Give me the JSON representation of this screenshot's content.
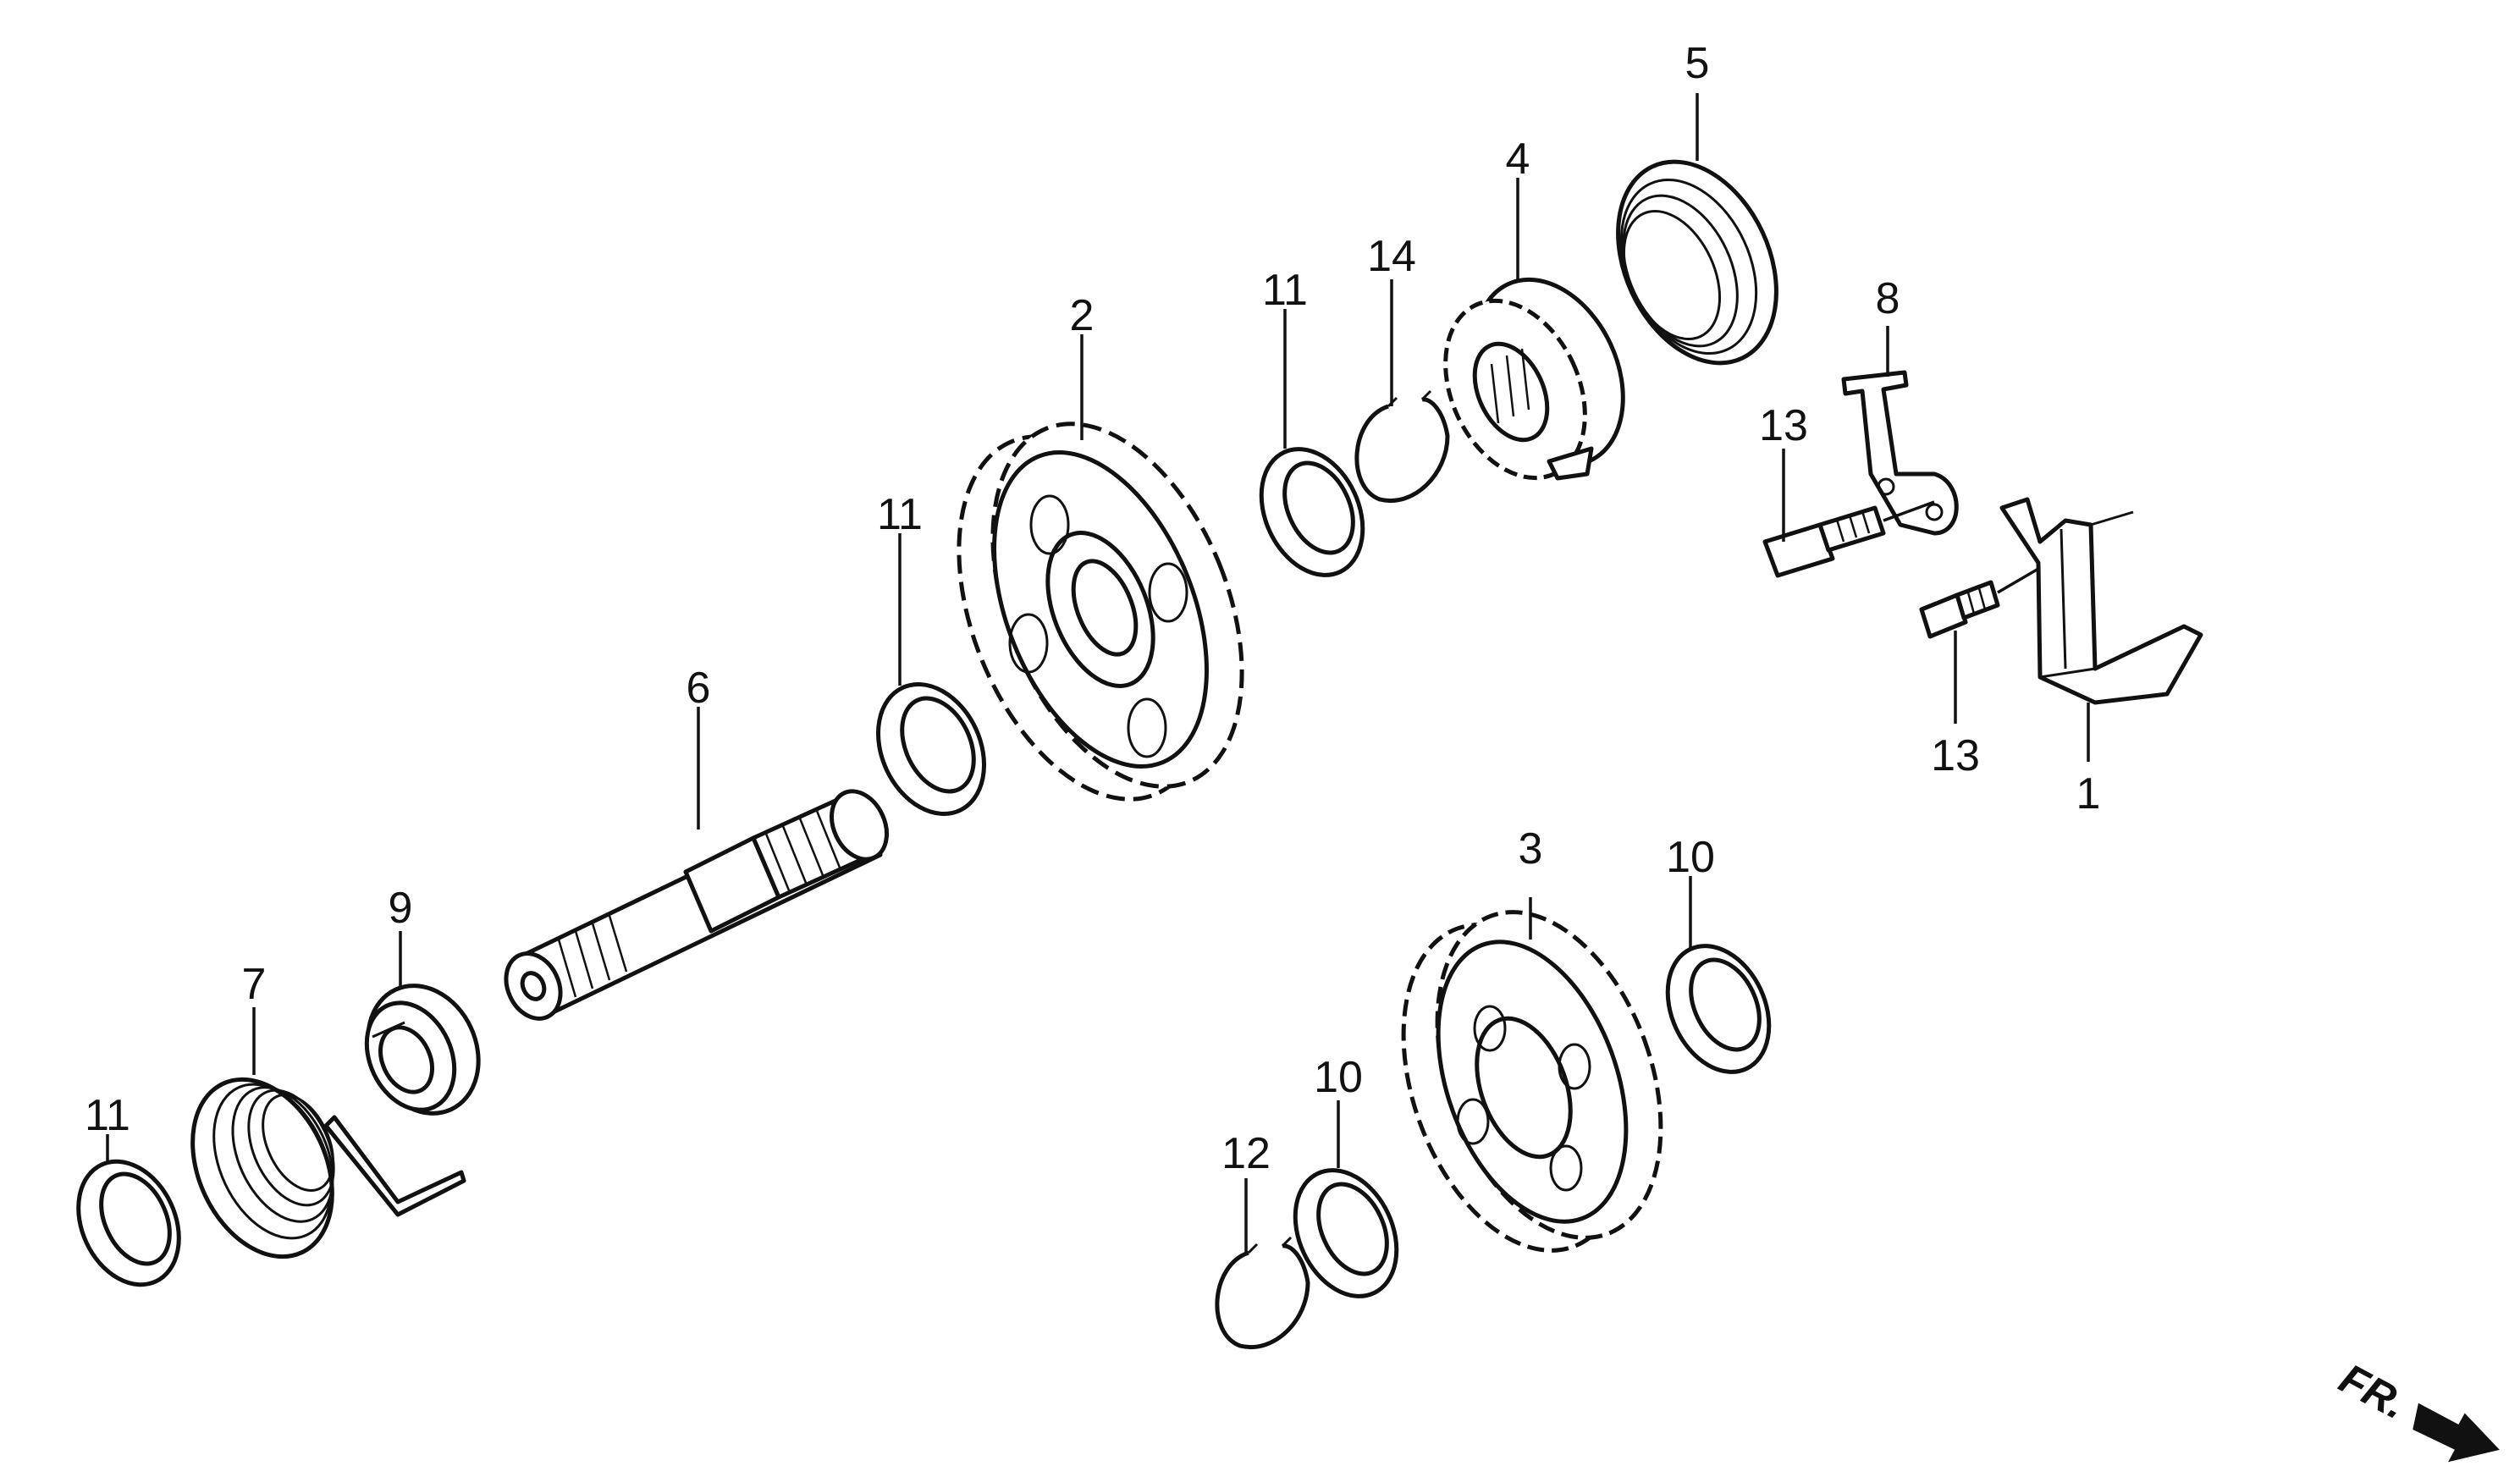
{
  "callouts": {
    "p1": "1",
    "p2": "2",
    "p3": "3",
    "p4": "4",
    "p5": "5",
    "p6": "6",
    "p7": "7",
    "p8": "8",
    "p9": "9",
    "p10a": "10",
    "p10b": "10",
    "p11a": "11",
    "p11b": "11",
    "p11c": "11",
    "p12": "12",
    "p13a": "13",
    "p13b": "13",
    "p14": "14"
  },
  "direction": {
    "label": "FR.",
    "icon": "front-arrow-icon"
  }
}
